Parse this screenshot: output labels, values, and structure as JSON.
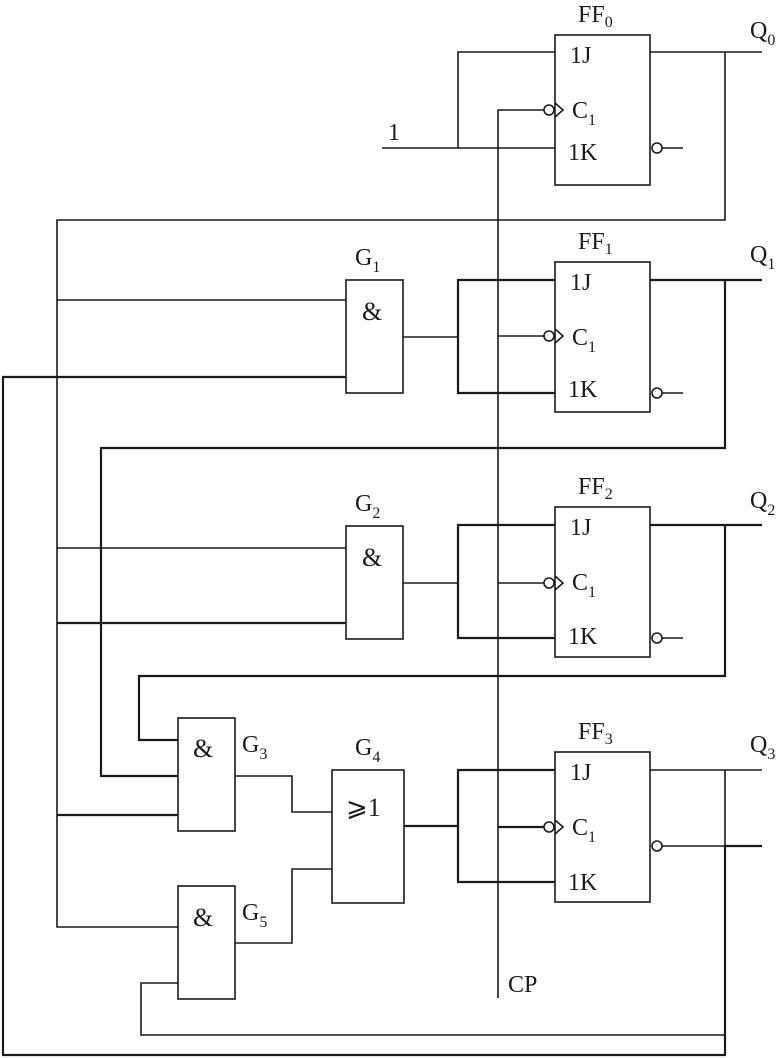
{
  "flip_flops": [
    {
      "name": "FF",
      "sub": "0",
      "pin_j": "1J",
      "pin_c": "C",
      "pin_c_sub": "1",
      "pin_k": "1K",
      "output": "Q",
      "output_sub": "0"
    },
    {
      "name": "FF",
      "sub": "1",
      "pin_j": "1J",
      "pin_c": "C",
      "pin_c_sub": "1",
      "pin_k": "1K",
      "output": "Q",
      "output_sub": "1"
    },
    {
      "name": "FF",
      "sub": "2",
      "pin_j": "1J",
      "pin_c": "C",
      "pin_c_sub": "1",
      "pin_k": "1K",
      "output": "Q",
      "output_sub": "2"
    },
    {
      "name": "FF",
      "sub": "3",
      "pin_j": "1J",
      "pin_c": "C",
      "pin_c_sub": "1",
      "pin_k": "1K",
      "output": "Q",
      "output_sub": "3"
    }
  ],
  "gates": [
    {
      "name": "G",
      "sub": "1",
      "symbol": "&"
    },
    {
      "name": "G",
      "sub": "2",
      "symbol": "&"
    },
    {
      "name": "G",
      "sub": "3",
      "symbol": "&"
    },
    {
      "name": "G",
      "sub": "4",
      "symbol": "⩾1"
    },
    {
      "name": "G",
      "sub": "5",
      "symbol": "&"
    }
  ],
  "inputs": {
    "constant_one": "1",
    "clock": "CP"
  }
}
